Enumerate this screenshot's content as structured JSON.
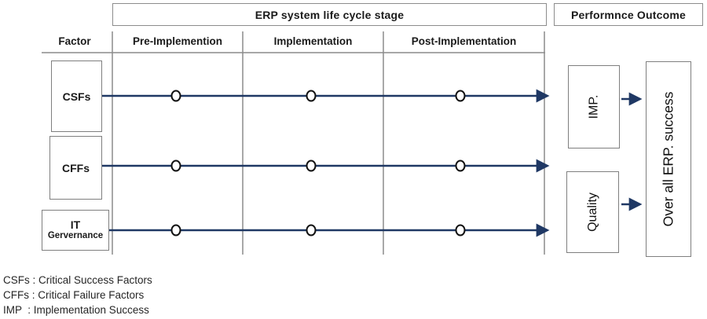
{
  "header": {
    "lifecycle_title": "ERP system life cycle stage",
    "outcome_title": "Performnce Outcome"
  },
  "columns": {
    "factor_label": "Factor",
    "stages": [
      "Pre-Implemention",
      "Implementation",
      "Post-Implementation"
    ]
  },
  "factors": [
    {
      "label": "CSFs"
    },
    {
      "label": "CFFs"
    },
    {
      "label": "IT",
      "sublabel": "Gervernance"
    }
  ],
  "outcomes": {
    "imp_label": "IMP.",
    "quality_label": "Quality",
    "overall_label": "Over all ERP. success"
  },
  "legend": [
    "CSFs : Critical Success Factors",
    "CFFs : Critical Failure Factors",
    "IMP  : Implementation Success"
  ],
  "colors": {
    "arrow": "#1f3864",
    "grid_line": "#8c8c8c",
    "box_border": "#7f7f7f"
  }
}
